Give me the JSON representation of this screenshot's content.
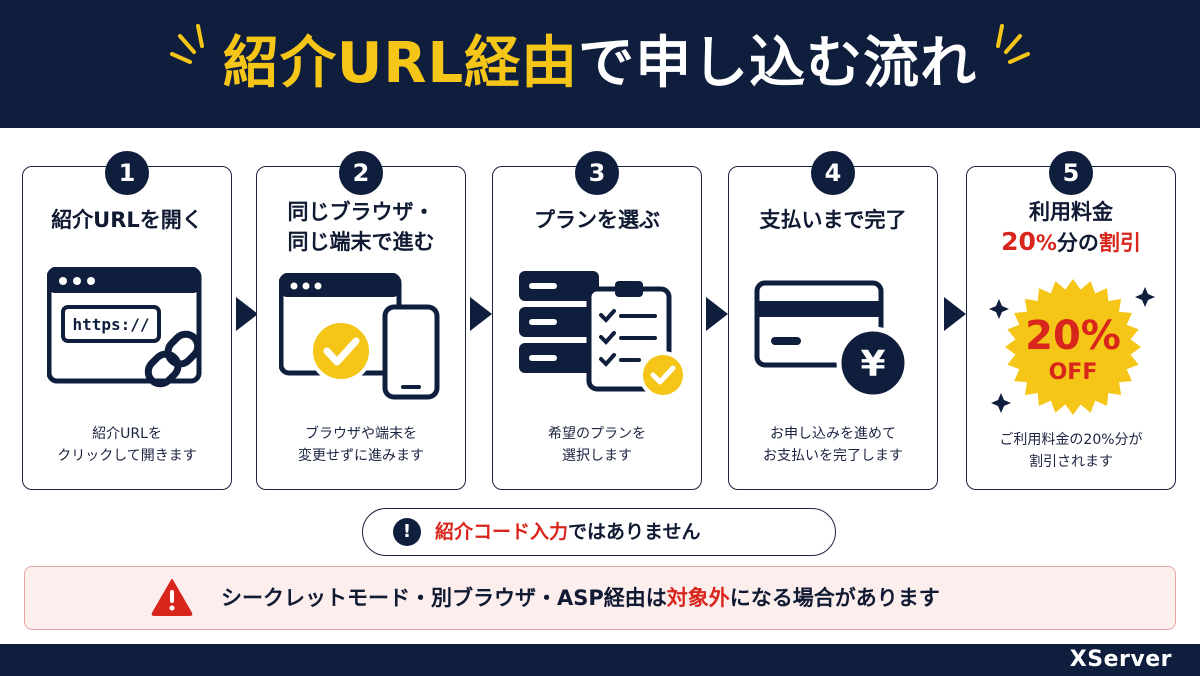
{
  "header": {
    "title_highlight": "紹介URL経由",
    "title_rest": "で申し込む流れ"
  },
  "steps": [
    {
      "number": "1",
      "title": "紹介URLを開く",
      "url_text": "https://",
      "desc": "紹介URLを\nクリックして開きます"
    },
    {
      "number": "2",
      "title_line1": "同じブラウザ・",
      "title_line2": "同じ端末で進む",
      "desc": "ブラウザや端末を\n変更せずに進みます"
    },
    {
      "number": "3",
      "title": "プランを選ぶ",
      "desc": "希望のプランを\n選択します"
    },
    {
      "number": "4",
      "title": "支払いまで完了",
      "yen": "¥",
      "desc": "お申し込みを進めて\nお支払いを完了します"
    },
    {
      "number": "5",
      "title_line1": "利用料金",
      "title_red_strong": "20",
      "title_red_small": "%",
      "title_mid": "分の",
      "title_red_end": "割引",
      "badge_value": "20%",
      "badge_off": "OFF",
      "desc": "ご利用料金の20%分が\n割引されます"
    }
  ],
  "notice": {
    "red_text": "紹介コード入力",
    "rest_text": "ではありません",
    "icon_glyph": "!"
  },
  "warning": {
    "text_before": "シークレットモード・別ブラウザ・ASP経由は",
    "red_text": "対象外",
    "text_after": "になる場合があります"
  },
  "brand": "XServer",
  "colors": {
    "navy": "#0f1e3d",
    "yellow": "#f5c518",
    "red": "#d9261c",
    "warning_bg": "#fdeeee"
  }
}
